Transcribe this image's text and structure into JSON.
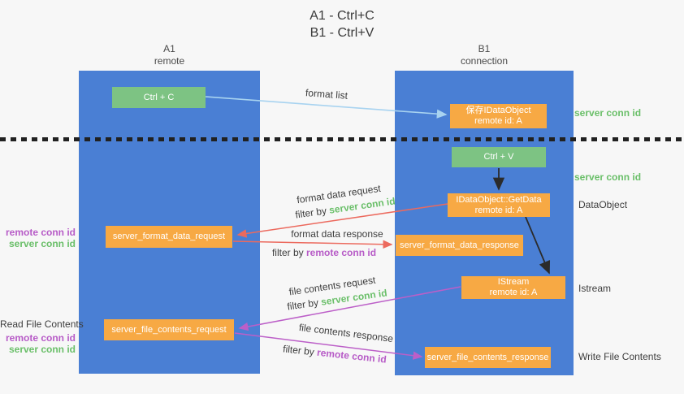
{
  "title": {
    "line1": "A1 - Ctrl+C",
    "line2": "B1 - Ctrl+V"
  },
  "lanes": {
    "left": {
      "name": "A1",
      "role": "remote"
    },
    "right": {
      "name": "B1",
      "role": "connection"
    }
  },
  "nodes": {
    "ctrl_c": {
      "label": "Ctrl + C"
    },
    "save_idataobject": {
      "line1": "保存IDataObject",
      "line2": "remote id: A"
    },
    "ctrl_v": {
      "label": "Ctrl + V"
    },
    "getdata": {
      "line1": "IDataObject::GetData",
      "line2": "remote id: A"
    },
    "server_format_data_request": {
      "label": "server_format_data_request"
    },
    "server_format_data_response": {
      "label": "server_format_data_response"
    },
    "istream": {
      "line1": "IStream",
      "line2": "remote id: A"
    },
    "server_file_contents_request": {
      "label": "server_file_contents_request"
    },
    "server_file_contents_response": {
      "label": "server_file_contents_response"
    }
  },
  "edges": {
    "format_list": "format list",
    "format_data_request": "format data request",
    "format_data_response": "format data response",
    "file_contents_request": "file contents request",
    "file_contents_response": "file contents response",
    "filter_by": "filter by",
    "server_conn_id": "server conn id",
    "remote_conn_id": "remote conn id"
  },
  "side_labels": {
    "server_conn_id_top": "server conn id",
    "server_conn_id_mid": "server conn id",
    "dataobject": "DataObject",
    "istream": "Istream",
    "write_file_contents": "Write File Contents",
    "read_file_contents": "Read File Contents",
    "remote_conn_id_upper": "remote conn id",
    "server_conn_id_upper": "server conn id",
    "remote_conn_id_lower": "remote conn id",
    "server_conn_id_lower": "server conn id"
  },
  "colors": {
    "lane_blue": "#4a7fd4",
    "node_orange": "#f7a944",
    "node_green": "#7dc383",
    "arrow_blue": "#a8d3f0",
    "arrow_red": "#ec6a5e",
    "arrow_purple": "#bc5fc8",
    "arrow_black": "#2b2b2b",
    "label_green": "#6abf69",
    "label_purple": "#b75bc7",
    "background": "#f7f7f7"
  }
}
